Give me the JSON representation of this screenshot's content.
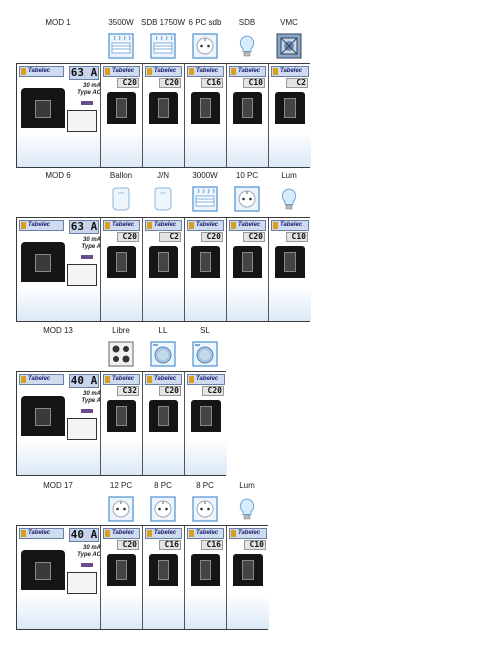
{
  "rows": [
    {
      "title": "MOD 1",
      "main_rating": "63 A",
      "sensitivity": "30 mA",
      "type": "Type AC",
      "circuits": [
        {
          "label": "3500W",
          "icon": "radiator-icon",
          "rating": "C20"
        },
        {
          "label": "SDB 1750W",
          "icon": "radiator-icon",
          "rating": "C20"
        },
        {
          "label": "6 PC sdb",
          "icon": "socket-icon",
          "rating": "C16"
        },
        {
          "label": "SDB",
          "icon": "bulb-icon",
          "rating": "C10"
        },
        {
          "label": "VMC",
          "icon": "vmc-icon",
          "rating": "C2"
        }
      ]
    },
    {
      "title": "MOD 6",
      "main_rating": "63 A",
      "sensitivity": "30 mA",
      "type": "Type A",
      "circuits": [
        {
          "label": "Ballon",
          "icon": "water-heater-icon",
          "rating": "C20"
        },
        {
          "label": "J/N",
          "icon": "water-heater-icon",
          "rating": "C2"
        },
        {
          "label": "3000W",
          "icon": "radiator-icon",
          "rating": "C20"
        },
        {
          "label": "10 PC",
          "icon": "socket-icon",
          "rating": "C20"
        },
        {
          "label": "Lum",
          "icon": "bulb-icon",
          "rating": "C10"
        }
      ]
    },
    {
      "title": "MOD 13",
      "main_rating": "40 A",
      "sensitivity": "30 mA",
      "type": "Type A",
      "circuits": [
        {
          "label": "Libre",
          "icon": "cooktop-icon",
          "rating": "C32"
        },
        {
          "label": "LL",
          "icon": "washer-icon",
          "rating": "C20"
        },
        {
          "label": "SL",
          "icon": "washer-icon",
          "rating": "C20"
        }
      ]
    },
    {
      "title": "MOD 17",
      "main_rating": "40 A",
      "sensitivity": "30 mA",
      "type": "Type AC",
      "circuits": [
        {
          "label": "12 PC",
          "icon": "socket-icon",
          "rating": "C20"
        },
        {
          "label": "8 PC",
          "icon": "socket-icon",
          "rating": "C16"
        },
        {
          "label": "8 PC",
          "icon": "socket-icon",
          "rating": "C16"
        },
        {
          "label": "Lum",
          "icon": "bulb-icon",
          "rating": "C10"
        }
      ]
    }
  ],
  "brand": "Tabelec"
}
